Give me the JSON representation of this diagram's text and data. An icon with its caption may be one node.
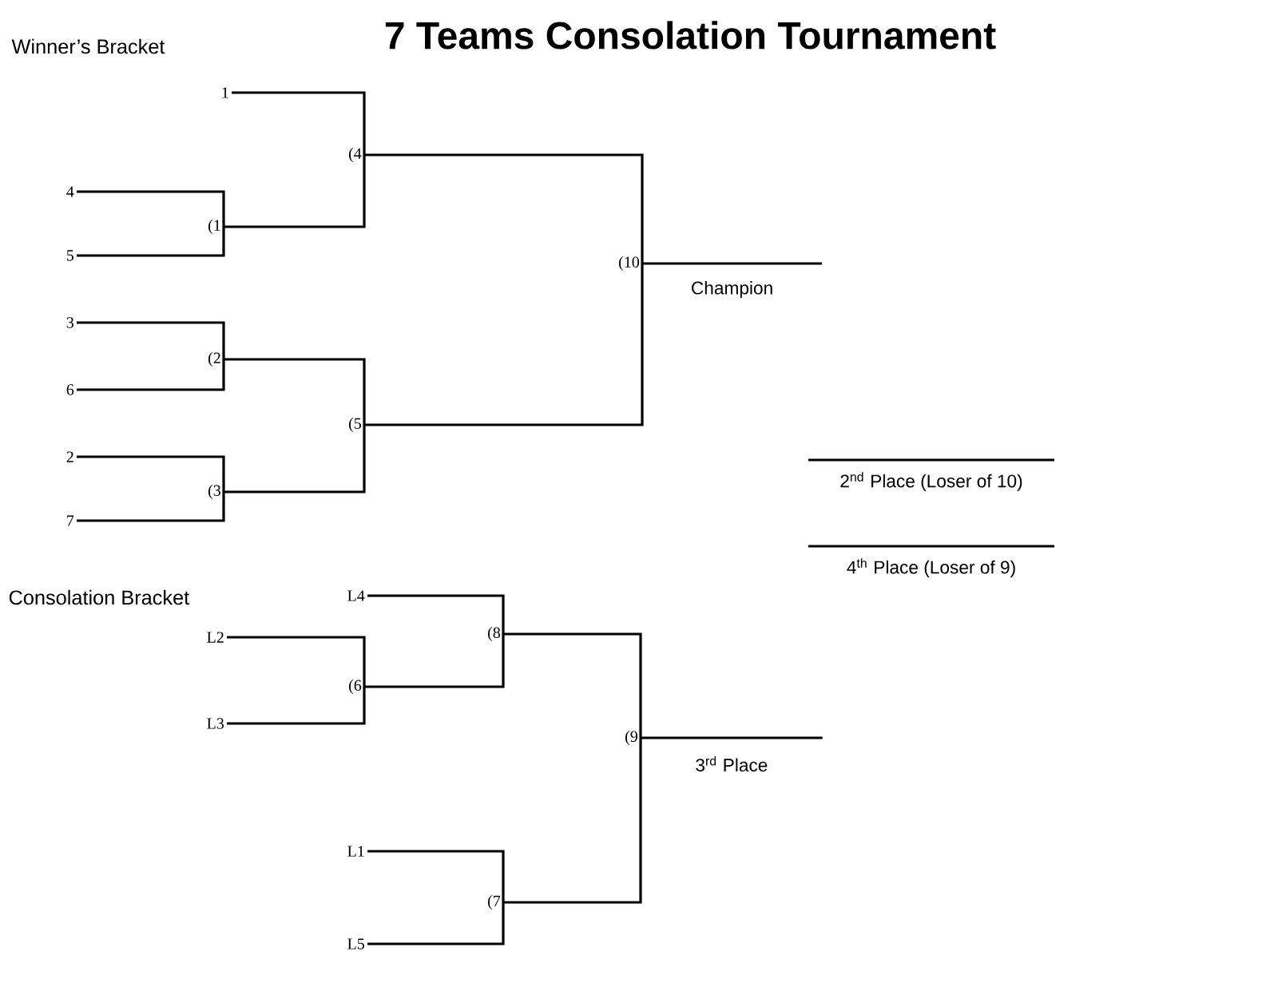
{
  "diagram": {
    "title": "7 Teams Consolation Tournament",
    "nodes": [
      {
        "text": [
          "1"
        ]
      },
      {
        "text": [
          "4"
        ]
      },
      {
        "text": [
          "5"
        ]
      },
      {
        "text": [
          "3"
        ]
      },
      {
        "text": [
          "6"
        ]
      },
      {
        "text": [
          "2"
        ]
      },
      {
        "text": [
          "7"
        ]
      },
      {
        "text": [
          "(1"
        ]
      },
      {
        "text": [
          "(2"
        ]
      },
      {
        "text": [
          "(3"
        ]
      },
      {
        "text": [
          "(4"
        ]
      },
      {
        "text": [
          "(5"
        ]
      },
      {
        "text": [
          "(10"
        ]
      },
      {
        "text": [
          "Champion"
        ]
      },
      {
        "text": [
          "L4"
        ]
      },
      {
        "text": [
          "L2"
        ]
      },
      {
        "text": [
          "L3"
        ]
      },
      {
        "text": [
          "L1"
        ]
      },
      {
        "text": [
          "L5"
        ]
      },
      {
        "text": [
          "(6"
        ]
      },
      {
        "text": [
          "(8"
        ]
      },
      {
        "text": [
          "(7"
        ]
      },
      {
        "text": [
          "(9"
        ]
      },
      {
        "text": [
          "3$^{rd}$ Place"
        ]
      }
    ],
    "edges": [
      {
        "from": 0,
        "to": 10,
        "arrow": "none"
      },
      {
        "from": 1,
        "to": 7,
        "arrow": "none"
      },
      {
        "from": 2,
        "to": 7,
        "arrow": "none"
      },
      {
        "from": 3,
        "to": 8,
        "arrow": "none"
      },
      {
        "from": 4,
        "to": 8,
        "arrow": "none"
      },
      {
        "from": 5,
        "to": 9,
        "arrow": "none"
      },
      {
        "from": 6,
        "to": 9,
        "arrow": "none"
      },
      {
        "from": 7,
        "to": 10,
        "arrow": "none"
      },
      {
        "from": 8,
        "to": 11,
        "arrow": "none"
      },
      {
        "from": 9,
        "to": 11,
        "arrow": "none"
      },
      {
        "from": 10,
        "to": 12,
        "arrow": "none"
      },
      {
        "from": 11,
        "to": 12,
        "arrow": "none"
      },
      {
        "from": 12,
        "to": 13,
        "arrow": "none"
      },
      {
        "from": 15,
        "to": 19,
        "arrow": "none"
      },
      {
        "from": 16,
        "to": 19,
        "arrow": "none"
      },
      {
        "from": 14,
        "to": 20,
        "arrow": "none"
      },
      {
        "from": 19,
        "to": 20,
        "arrow": "none"
      },
      {
        "from": 17,
        "to": 21,
        "arrow": "none"
      },
      {
        "from": 18,
        "to": 21,
        "arrow": "none"
      },
      {
        "from": 20,
        "to": 22,
        "arrow": "none"
      },
      {
        "from": 21,
        "to": 22,
        "arrow": "none"
      },
      {
        "from": 22,
        "to": 23,
        "arrow": "none"
      }
    ],
    "labels": [
      "Winner’s Bracket",
      "Consolation Bracket",
      "2$^{nd}$ Place (Loser of 10)",
      "4$^{th}$ Place (Loser of 9)"
    ]
  }
}
